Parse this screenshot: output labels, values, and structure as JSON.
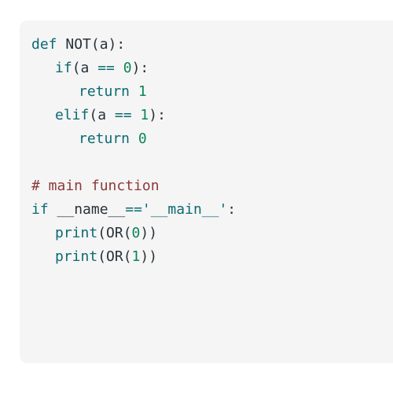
{
  "lines": {
    "l1": {
      "kw": "def",
      "rest": " NOT(a):"
    },
    "l2": {
      "kw": "if",
      "pre": "(a ",
      "op": "==",
      "mid": " ",
      "num": "0",
      "post": "):"
    },
    "l3": {
      "kw": "return",
      "sp": " ",
      "num": "1"
    },
    "l4": {
      "kw": "elif",
      "pre": "(a ",
      "op": "==",
      "mid": " ",
      "num": "1",
      "post": "):"
    },
    "l5": {
      "kw": "return",
      "sp": " ",
      "num": "0"
    },
    "l7": {
      "comment": "# main function"
    },
    "l8": {
      "kw": "if",
      "pre": " __name__",
      "op": "==",
      "str": "'__main__'",
      "post": ":"
    },
    "l9": {
      "fn": "print",
      "pre": "(OR(",
      "num": "0",
      "post": "))"
    },
    "l10": {
      "fn": "print",
      "pre": "(OR(",
      "num": "1",
      "post": "))"
    }
  }
}
